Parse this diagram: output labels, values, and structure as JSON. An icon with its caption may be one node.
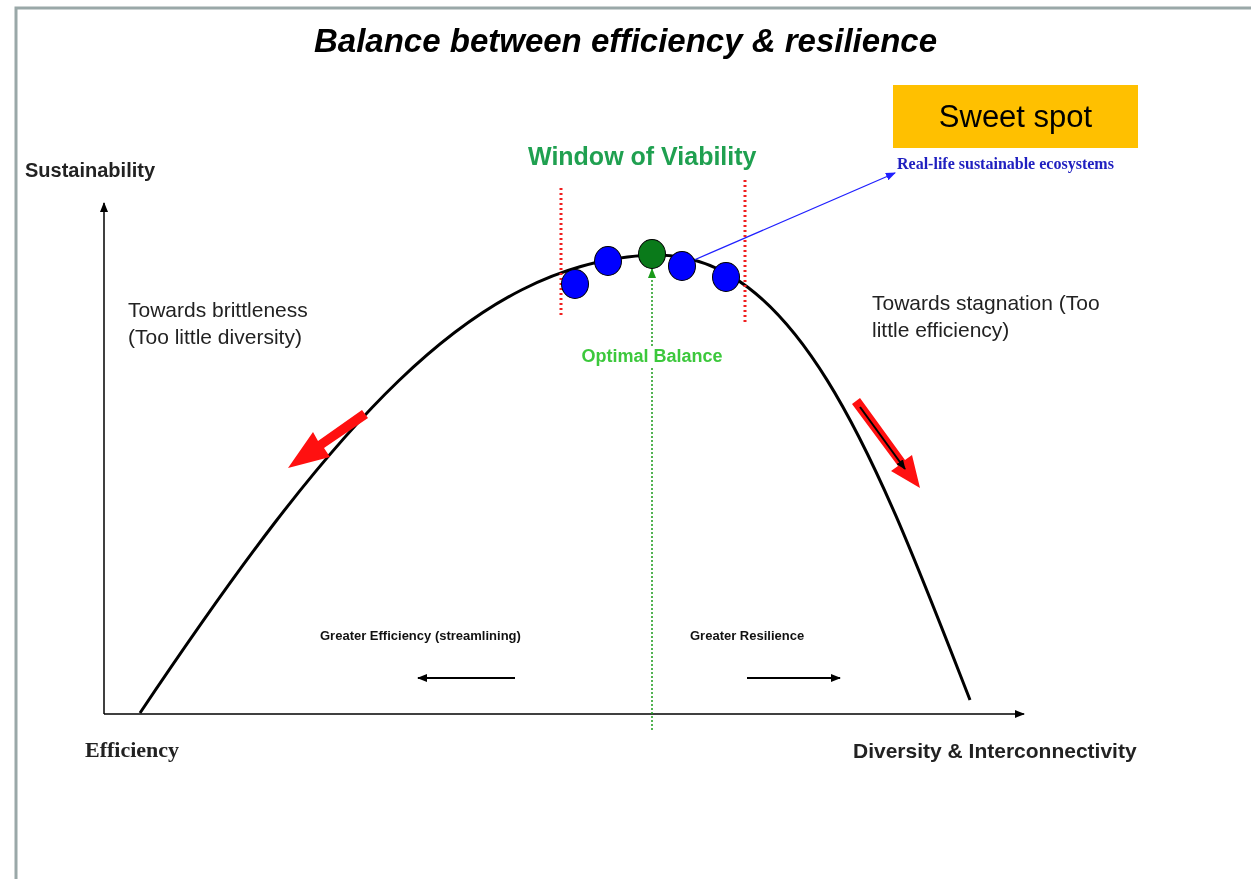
{
  "diagram": {
    "title": "Balance between efficiency & resilience",
    "nodes": [
      {
        "text": [
          "Sweet spot"
        ]
      },
      {
        "text": [
          "Real-life sustainable ecosystems"
        ]
      },
      {
        "text": [],
        "shape": "circle"
      },
      {
        "text": [],
        "shape": "circle"
      },
      {
        "text": [],
        "shape": "circle"
      },
      {
        "text": [],
        "shape": "circle"
      },
      {
        "text": [],
        "shape": "circle"
      }
    ],
    "edges": [
      {
        "from": 5,
        "to": 1,
        "arrow": "to",
        "color": "#2020ff"
      },
      {
        "from": null,
        "to": 4,
        "arrow": "to",
        "style": "dashed",
        "color": "#1a9a1a",
        "label": "Optimal Balance"
      }
    ],
    "labels": [
      "Window of Viability",
      "Sustainability",
      "Towards brittleness (Too little diversity)",
      "Towards stagnation (Too little efficiency)",
      "Greater Efficiency (streamlining)",
      "Greater Resilience",
      "Efficiency",
      "Diversity & Interconnectivity"
    ]
  }
}
